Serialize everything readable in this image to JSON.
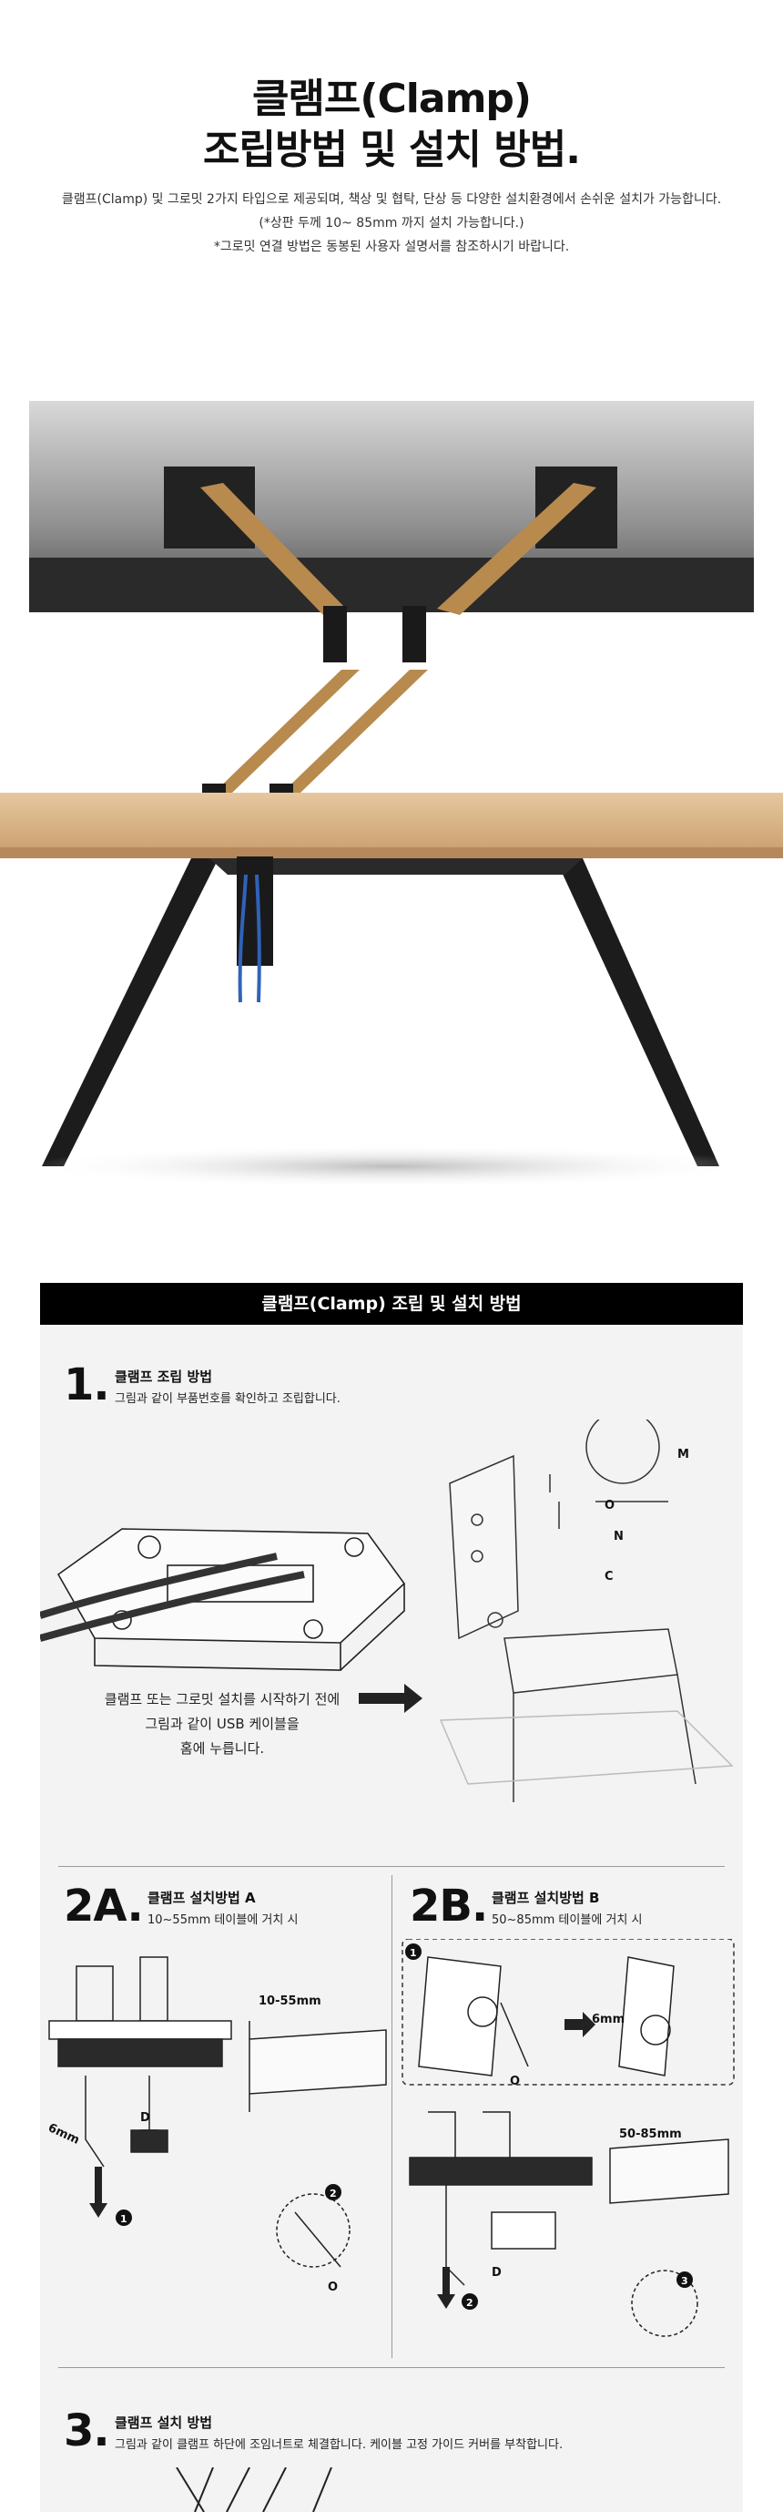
{
  "hero": {
    "title_line1": "클램프(Clamp)",
    "title_line2": "조립방법 및 설치 방법.",
    "desc1": "클램프(Clamp) 및 그로밋 2가지 타입으로 제공되며, 책상 및 협탁, 단상 등 다양한 설치환경에서 손쉬운 설치가 가능합니다.",
    "desc2": "(*상판 두께 10~ 85mm 까지 설치 가능합니다.)",
    "desc3": "*그로밋 연결 방법은 동봉된 사용자 설명서를 참조하시기 바랍니다."
  },
  "panel": {
    "header": "클램프(Clamp) 조립 및 설치 방법",
    "step1": {
      "num": "1.",
      "title": "클램프 조립 방법",
      "desc": "그림과 같이 부품번호를 확인하고 조립합니다.",
      "note_line1": "클램프 또는 그로밋 설치를 시작하기 전에",
      "note_line2": "그림과 같이 USB 케이블을",
      "note_line3": "홈에 누릅니다.",
      "part_m": "M",
      "part_o": "O",
      "part_n": "N",
      "part_c": "C"
    },
    "step2a": {
      "num": "2A.",
      "title": "클램프 설치방법 A",
      "desc": "10~55mm 테이블에 거치 시",
      "dim": "10-55mm",
      "hex": "6mm",
      "part_d": "D",
      "part_o": "O",
      "circ1": "1",
      "circ2": "2"
    },
    "step2b": {
      "num": "2B.",
      "title": "클램프 설치방법 B",
      "desc": "50~85mm 테이블에 거치 시",
      "dim": "50-85mm",
      "hex": "6mm",
      "part_d": "D",
      "part_o": "O",
      "circ1": "1",
      "circ2": "2",
      "circ3": "3"
    },
    "step3": {
      "num": "3.",
      "title": "클램프 설치 방법",
      "desc": "그림과 같이 클램프 하단에 조임너트로 체결합니다. 케이블 고정 가이드 커버를 부착합니다."
    }
  },
  "colors": {
    "header_bg": "#000000",
    "panel_bg": "#f3f3f3",
    "wood": "#d8b58a",
    "arm_gold": "#b88a4e",
    "cable_blue": "#2f63b8"
  }
}
